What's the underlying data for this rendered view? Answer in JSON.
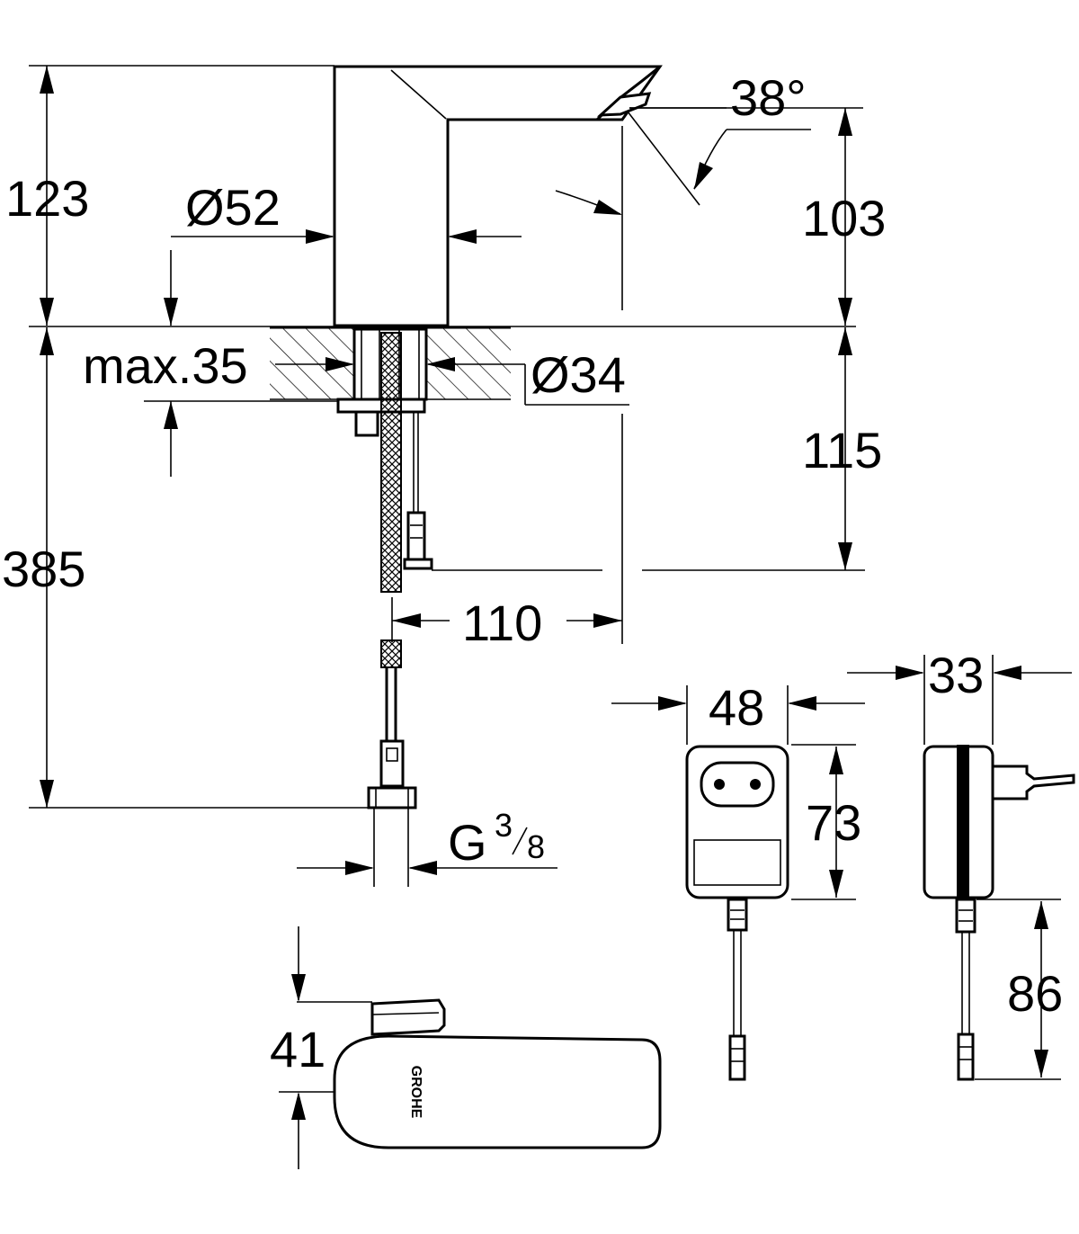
{
  "drawing": {
    "dimensions": {
      "height_total": "123",
      "spout_diameter": "Ø52",
      "spout_angle": "38°",
      "outlet_height": "103",
      "max_deck_thickness": "max.35",
      "hole_diameter": "Ø34",
      "below_deck_connector": "115",
      "overall_with_hose": "385",
      "projection": "110",
      "thread_prefix": "G",
      "thread_num": "3",
      "thread_den": "8",
      "adapter_width": "48",
      "adapter_depth": "33",
      "adapter_height": "73",
      "adapter_cable": "86",
      "logo_side_height": "41"
    },
    "logo_text": "GROHE"
  }
}
